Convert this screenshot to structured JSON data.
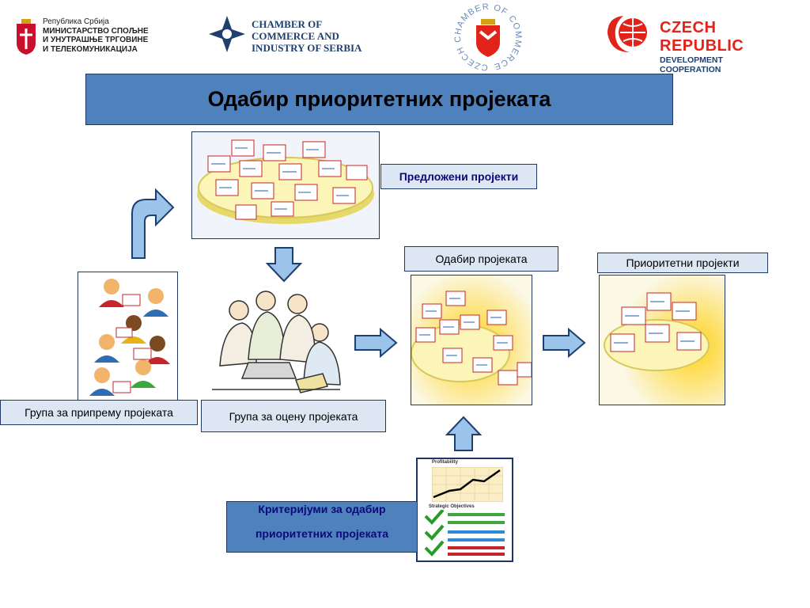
{
  "logos": {
    "ministry": {
      "line1": "Република Србија",
      "line2": "МИНИСТАРСТВО СПОЉНЕ",
      "line3": "И УНУТРАШЊЕ ТРГОВИНЕ",
      "line4": "И ТЕЛЕКОМУНИКАЦИЈА"
    },
    "chamber_serbia": {
      "line1": "CHAMBER OF",
      "line2": "COMMERCE AND",
      "line3": "INDUSTRY OF SERBIA"
    },
    "czech_chamber": {
      "text": "CZECH CHAMBER OF COMMERCE"
    },
    "czech_dev": {
      "line1": "CZECH REPUBLIC",
      "line2": "DEVELOPMENT COOPERATION"
    }
  },
  "title": "Одабир приоритетних пројеката",
  "labels": {
    "proposed": "Предложени пројекти",
    "selection": "Одабир пројеката",
    "priority": "Приоритетни пројекти",
    "prep_group": "Група за припрему пројеката",
    "eval_group": "Група за оцену пројеката",
    "criteria_line1": "Критеријуми за одабир",
    "criteria_line2": "приоритетних пројеката"
  },
  "criteria_doc": {
    "heading1": "Profitability",
    "heading2": "Strategic Objectives"
  },
  "colors": {
    "box_fill": "#dde7f4",
    "box_dark": "#4f81bd",
    "border": "#1f3763",
    "red": "#e2231a",
    "navy": "#1f3f6e",
    "arrow_fill": "#9cc3ea"
  }
}
